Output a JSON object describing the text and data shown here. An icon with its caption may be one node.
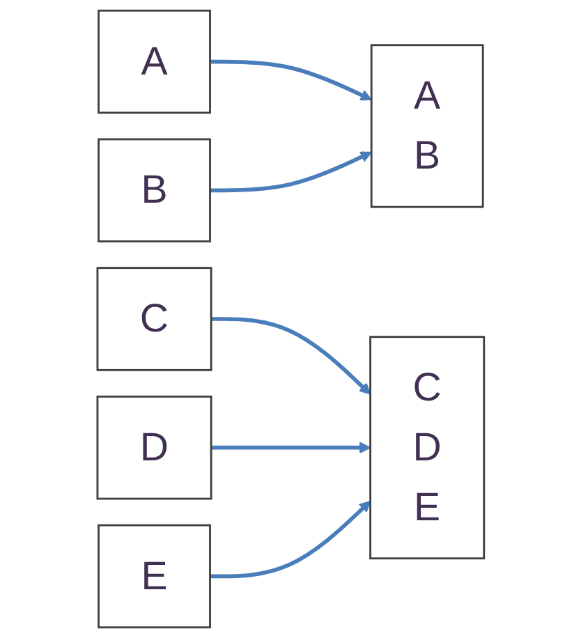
{
  "diagram": {
    "nodes": [
      {
        "text": [
          "A"
        ]
      },
      {
        "text": [
          "B"
        ]
      },
      {
        "text": [
          "C"
        ]
      },
      {
        "text": [
          "D"
        ]
      },
      {
        "text": [
          "E"
        ]
      },
      {
        "text": [
          "A",
          "B"
        ]
      },
      {
        "text": [
          "C",
          "D",
          "E"
        ]
      }
    ],
    "edges": [
      {
        "from": 0,
        "to": 5,
        "arrow": "to"
      },
      {
        "from": 1,
        "to": 5,
        "arrow": "to"
      },
      {
        "from": 2,
        "to": 6,
        "arrow": "to"
      },
      {
        "from": 3,
        "to": 6,
        "arrow": "to"
      },
      {
        "from": 4,
        "to": 6,
        "arrow": "to"
      }
    ]
  }
}
